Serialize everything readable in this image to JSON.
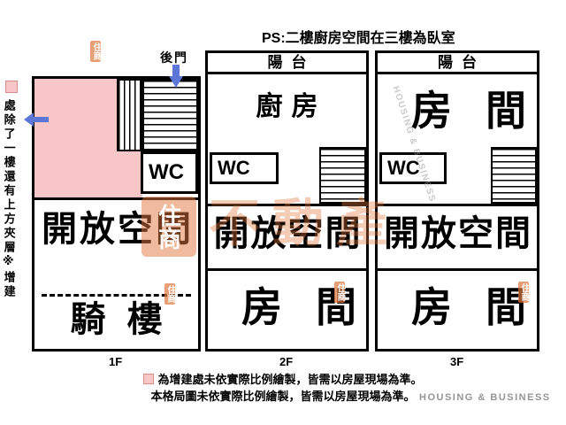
{
  "note": "PS:二樓廚房空間在三樓為臥室",
  "legend": {
    "swatch_color": "#f8c6c6",
    "text": "處除了一樓還有上方夾層※增建"
  },
  "floors": [
    {
      "label": "1F",
      "back_door_label": "後門",
      "rooms": {
        "wc": "WC",
        "open_space": "開放空間",
        "arcade": "騎樓"
      }
    },
    {
      "label": "2F",
      "rooms": {
        "balcony": "陽台",
        "kitchen": "廚房",
        "wc": "WC",
        "open_space": "開放空間",
        "room": "房間"
      }
    },
    {
      "label": "3F",
      "rooms": {
        "balcony": "陽台",
        "room_top": "房間",
        "wc": "WC",
        "open_space": "開放空間",
        "room_bottom": "房間"
      }
    }
  ],
  "footnotes": [
    "為增建處未依實際比例繪製，皆需以房屋現場為準。",
    "本格局圖未依實際比例繪製，皆需以房屋現場為準。"
  ],
  "arrow_color": "#5b76d6",
  "watermark": {
    "logo_text": "住商",
    "center_text": "住商",
    "brand_text": "不動產",
    "en_text": "HOUSING & BUSINESS"
  }
}
